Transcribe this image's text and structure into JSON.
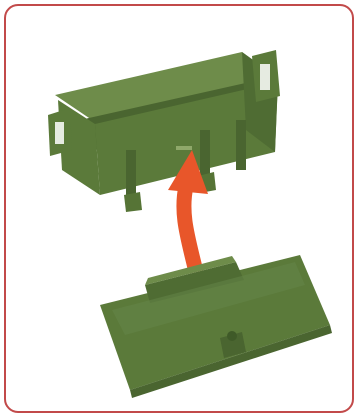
{
  "figure": {
    "frame_color": "#c24a4a",
    "part_color": "#5b7a3a",
    "part_shade": "#4a6530",
    "part_light": "#6e8c4a",
    "arrow_color": "#e8562a",
    "icons": [
      "battery-box",
      "lift-arrow",
      "battery-lid"
    ]
  }
}
